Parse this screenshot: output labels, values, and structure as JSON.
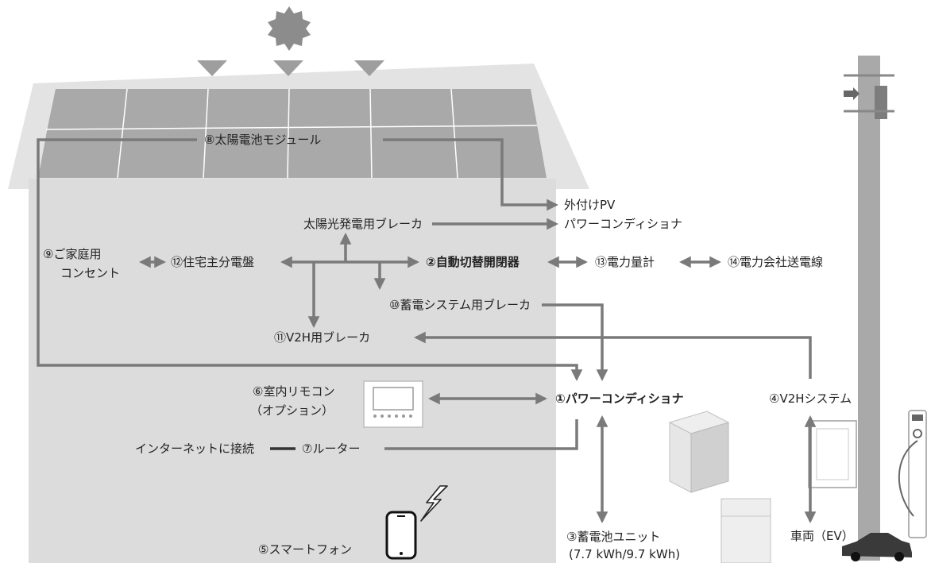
{
  "labels": {
    "solar_module": "⑧太陽電池モジュール",
    "external_pv_1": "外付けPV",
    "external_pv_2": "パワーコンディショナ",
    "pv_breaker": "太陽光発電用ブレーカ",
    "outlet_1": "⑨ご家庭用",
    "outlet_2": "コンセント",
    "main_panel": "⑫住宅主分電盤",
    "auto_switch": "②自動切替開閉器",
    "meter": "⑬電力量計",
    "power_line": "⑭電力会社送電線",
    "storage_breaker": "⑩蓄電システム用ブレーカ",
    "v2h_breaker": "⑪V2H用ブレーカ",
    "remote_1": "⑥室内リモコン",
    "remote_2": "（オプション）",
    "power_conditioner": "①パワーコンディショナ",
    "v2h_system": "④V2Hシステム",
    "internet": "インターネットに接続",
    "router": "⑦ルーター",
    "smartphone": "⑤スマートフォン",
    "battery_1": "③蓄電池ユニット",
    "battery_2": "(7.7 kWh/9.7 kWh)",
    "vehicle": "車両（EV）"
  },
  "colors": {
    "house": "#dcdcdc",
    "panel": "#a9a9a9",
    "arrow": "#7a7a7a",
    "sun": "#8c8c8c",
    "pole": "#a0a0a0"
  }
}
